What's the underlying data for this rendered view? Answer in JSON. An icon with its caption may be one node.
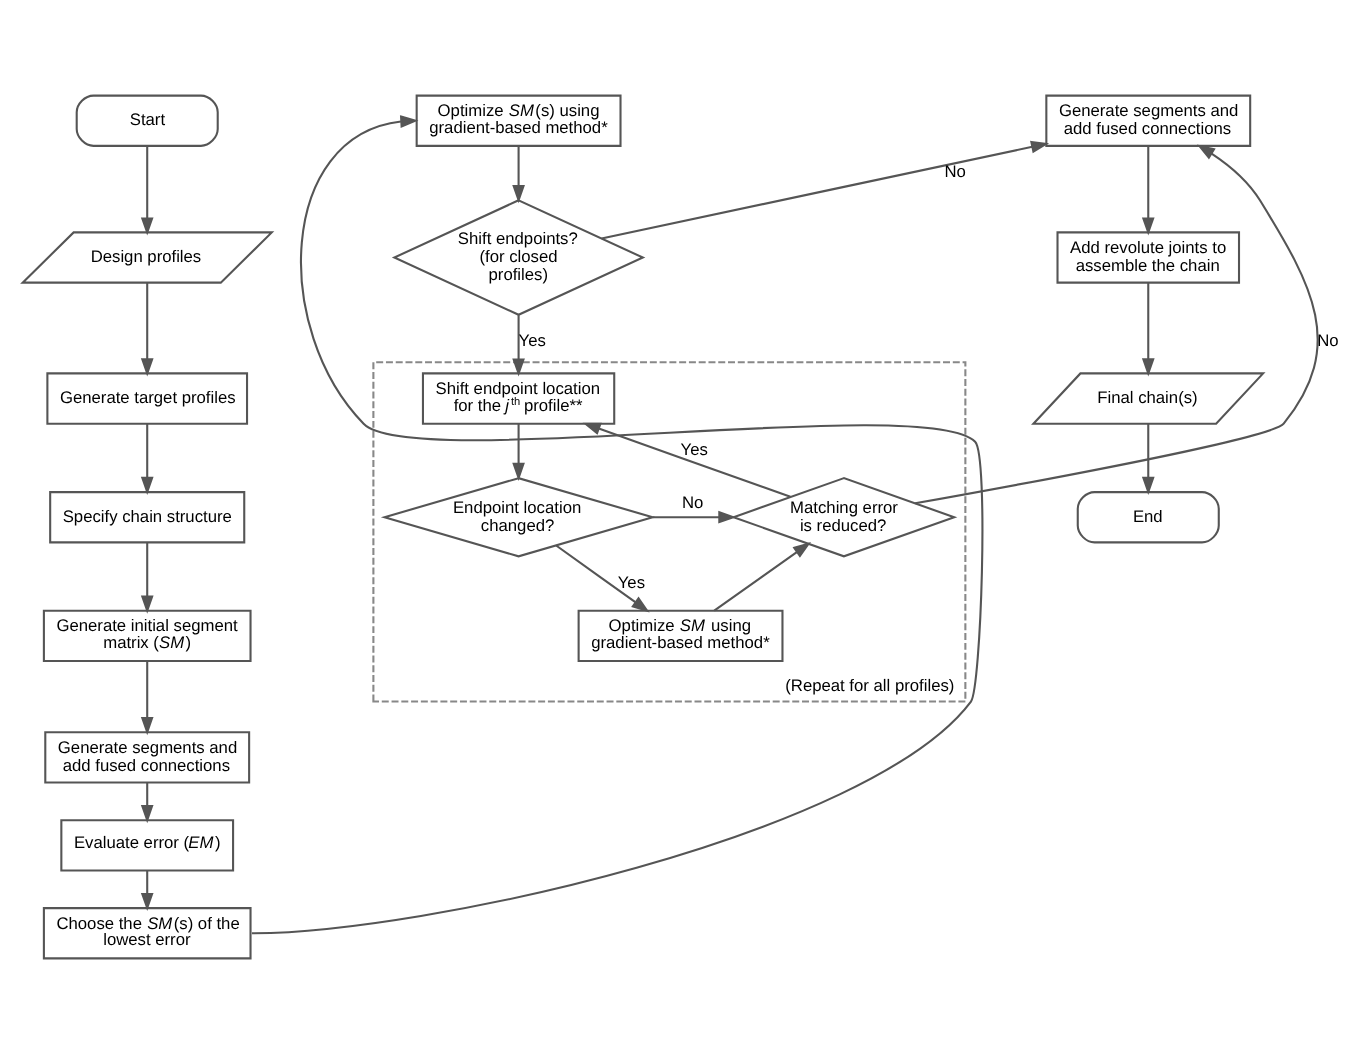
{
  "diagram": {
    "nodes": [
      {
        "text": [
          "Start"
        ]
      },
      {
        "text": [
          "Design profiles"
        ]
      },
      {
        "text": [
          "Generate target profiles"
        ]
      },
      {
        "text": [
          "Specify chain structure"
        ]
      },
      {
        "text": [
          "Generate initial segment matrix (*SM*)"
        ]
      },
      {
        "text": [
          "Generate segments and add fused connections"
        ]
      },
      {
        "text": [
          "Evaluate error (*EM*)"
        ]
      },
      {
        "text": [
          "Choose the *SM*(s) of the lowest error"
        ]
      },
      {
        "text": [
          "Optimize *SM*(s) using gradient-based method*"
        ]
      },
      {
        "text": [
          "Shift endpoints? (for closed profiles)"
        ]
      },
      {
        "text": [
          "Generate segments and add fused connections"
        ]
      },
      {
        "text": [
          "Add revolute joints to assemble the chain"
        ]
      },
      {
        "text": [
          "Final chain(s)"
        ]
      },
      {
        "text": [
          "End"
        ]
      },
      {
        "text": [
          "(Repeat for all profiles)"
        ]
      },
      {
        "text": [
          "Shift endpoint location for the *j*$^{th}$ profile**"
        ],
        "in": 14
      },
      {
        "text": [
          "Endpoint location changed?"
        ],
        "in": 14
      },
      {
        "text": [
          "Matching error is reduced?"
        ],
        "in": 14
      },
      {
        "text": [
          "Optimize *SM* using gradient-based method*"
        ],
        "in": 14
      }
    ],
    "edges": [
      {
        "from": 0,
        "to": 1,
        "arrow": "to"
      },
      {
        "from": 1,
        "to": 2,
        "arrow": "to"
      },
      {
        "from": 2,
        "to": 3,
        "arrow": "to"
      },
      {
        "from": 3,
        "to": 4,
        "arrow": "to"
      },
      {
        "from": 4,
        "to": 5,
        "arrow": "to"
      },
      {
        "from": 5,
        "to": 6,
        "arrow": "to"
      },
      {
        "from": 6,
        "to": 7,
        "arrow": "to"
      },
      {
        "from": 7,
        "to": 8,
        "arrow": "to"
      },
      {
        "from": 8,
        "to": 9,
        "arrow": "to"
      },
      {
        "from": 9,
        "to": 10,
        "arrow": "to",
        "label": "No"
      },
      {
        "from": 9,
        "to": 15,
        "arrow": "to",
        "label": "Yes"
      },
      {
        "from": 10,
        "to": 11,
        "arrow": "to"
      },
      {
        "from": 11,
        "to": 12,
        "arrow": "to"
      },
      {
        "from": 12,
        "to": 13,
        "arrow": "to"
      },
      {
        "from": 15,
        "to": 16,
        "arrow": "to"
      },
      {
        "from": 16,
        "to": 17,
        "arrow": "to",
        "label": "No"
      },
      {
        "from": 16,
        "to": 18,
        "arrow": "to",
        "label": "Yes"
      },
      {
        "from": 18,
        "to": 17,
        "arrow": "to"
      },
      {
        "from": 17,
        "to": 15,
        "arrow": "to",
        "label": "Yes"
      },
      {
        "from": 17,
        "to": 10,
        "arrow": "to",
        "label": "No"
      }
    ]
  }
}
